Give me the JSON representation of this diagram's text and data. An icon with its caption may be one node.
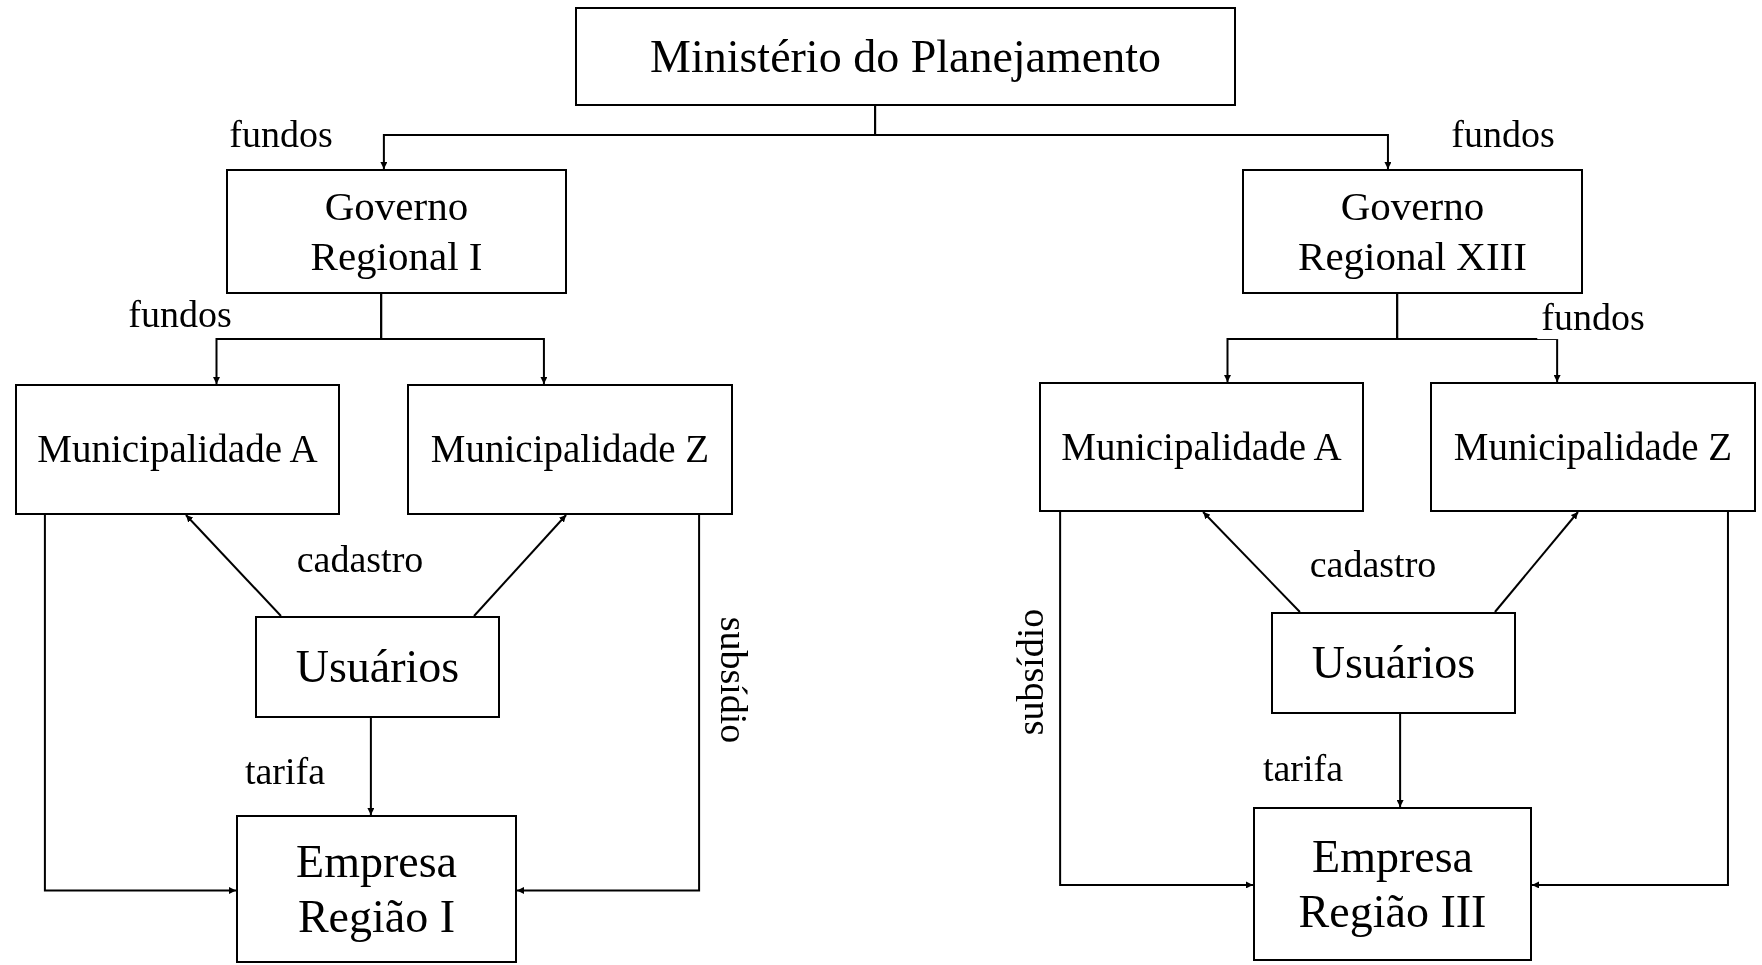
{
  "diagram": {
    "nodes": [
      {
        "text": [
          "Ministério do Planejamento"
        ]
      },
      {
        "text": [
          "Governo Regional I"
        ]
      },
      {
        "text": [
          "Governo Regional XIII"
        ]
      },
      {
        "text": [
          "Municipalidade A"
        ]
      },
      {
        "text": [
          "Municipalidade Z"
        ]
      },
      {
        "text": [
          "Usuários"
        ]
      },
      {
        "text": [
          "Empresa Região I"
        ]
      },
      {
        "text": [
          "Municipalidade A"
        ]
      },
      {
        "text": [
          "Municipalidade Z"
        ]
      },
      {
        "text": [
          "Usuários"
        ]
      },
      {
        "text": [
          "Empresa Região III"
        ]
      }
    ],
    "edges": [
      {
        "from": 0,
        "to": 1,
        "arrow": "to",
        "label": "fundos"
      },
      {
        "from": 0,
        "to": 2,
        "arrow": "to",
        "label": "fundos"
      },
      {
        "from": 1,
        "to": 3,
        "arrow": "to",
        "label": "fundos"
      },
      {
        "from": 1,
        "to": 4,
        "arrow": "to"
      },
      {
        "from": 2,
        "to": 7,
        "arrow": "to"
      },
      {
        "from": 2,
        "to": 8,
        "arrow": "to",
        "label": "fundos"
      },
      {
        "from": 5,
        "to": 3,
        "arrow": "to",
        "label": "cadastro"
      },
      {
        "from": 5,
        "to": 4,
        "arrow": "to"
      },
      {
        "from": 5,
        "to": 6,
        "arrow": "to",
        "label": "tarifa"
      },
      {
        "from": 3,
        "to": 6,
        "arrow": "to"
      },
      {
        "from": 4,
        "to": 6,
        "arrow": "to",
        "label": "subsídio"
      },
      {
        "from": 9,
        "to": 7,
        "arrow": "to",
        "label": "cadastro"
      },
      {
        "from": 9,
        "to": 8,
        "arrow": "to"
      },
      {
        "from": 9,
        "to": 10,
        "arrow": "to",
        "label": "tarifa"
      },
      {
        "from": 7,
        "to": 10,
        "arrow": "to",
        "label": "subsídio"
      },
      {
        "from": 8,
        "to": 10,
        "arrow": "to"
      }
    ]
  }
}
